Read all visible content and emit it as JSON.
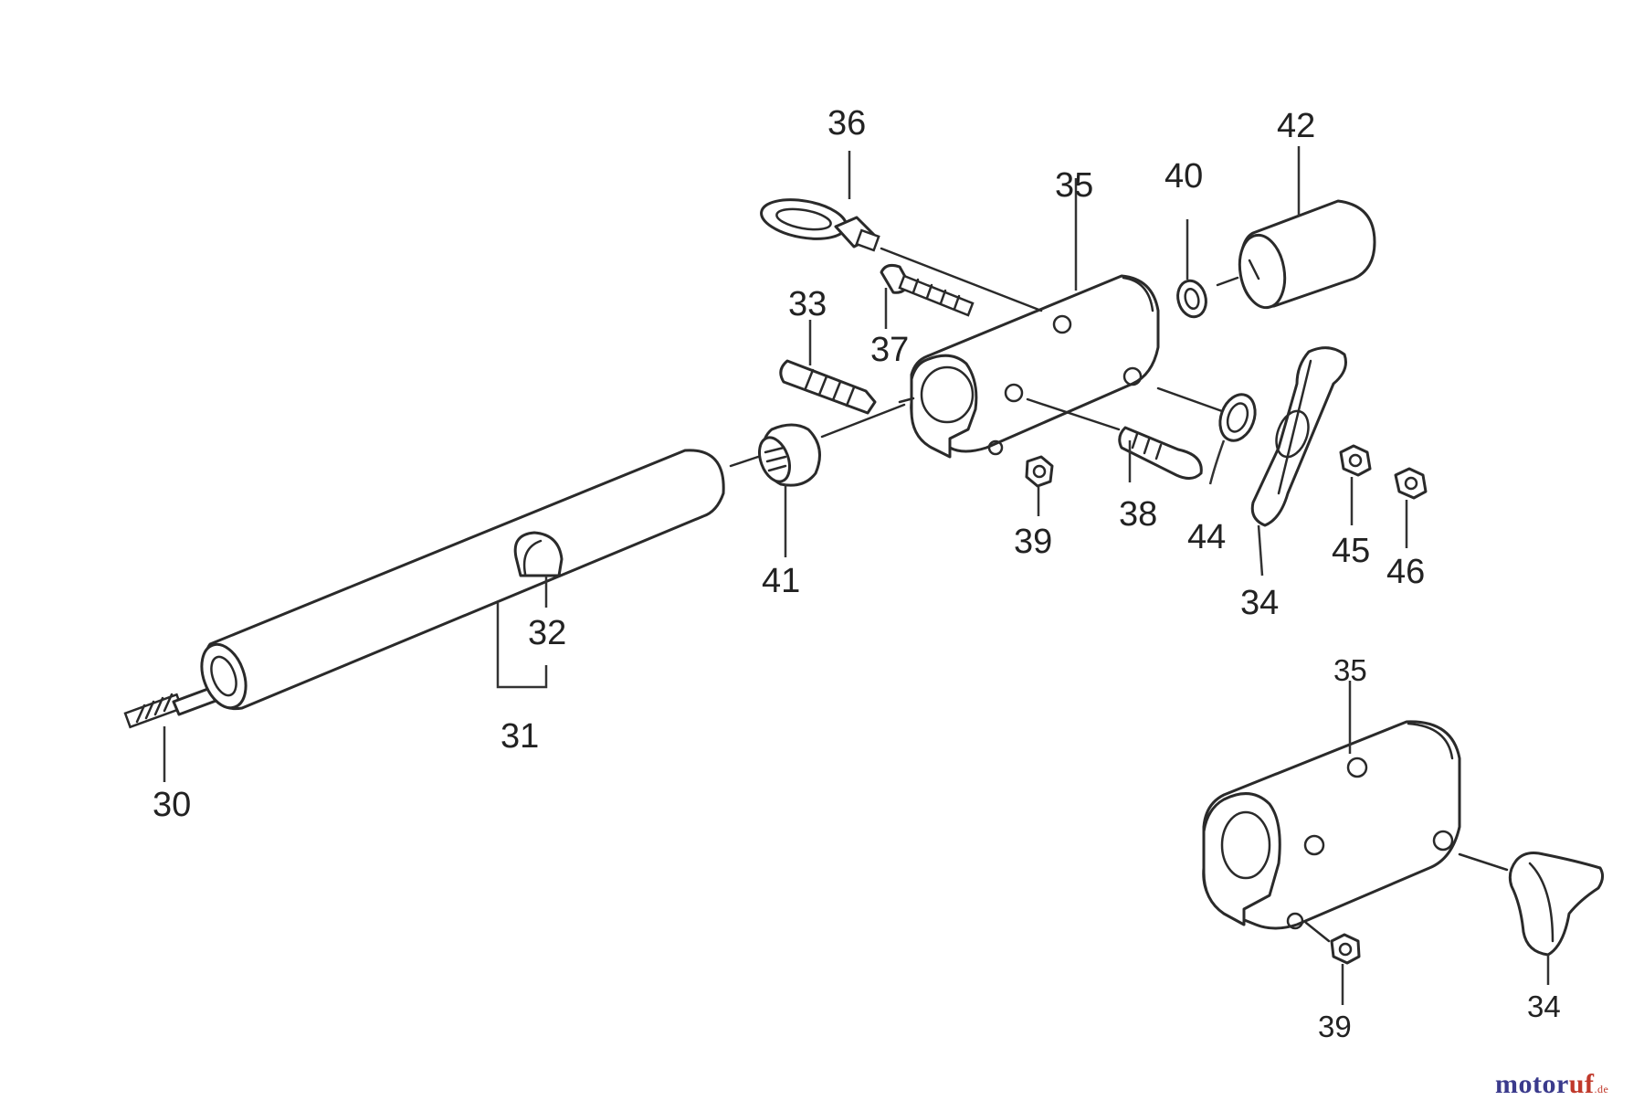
{
  "diagram": {
    "callouts": {
      "c30": "30",
      "c31": "31",
      "c32": "32",
      "c33": "33",
      "c34a": "34",
      "c34b": "34",
      "c35a": "35",
      "c35b": "35",
      "c36": "36",
      "c37": "37",
      "c38": "38",
      "c39a": "39",
      "c39b": "39",
      "c40": "40",
      "c41": "41",
      "c42": "42",
      "c44": "44",
      "c45": "45",
      "c46": "46"
    }
  },
  "watermark": {
    "part1": "motor",
    "part2": "uf",
    "suffix": ".de"
  }
}
